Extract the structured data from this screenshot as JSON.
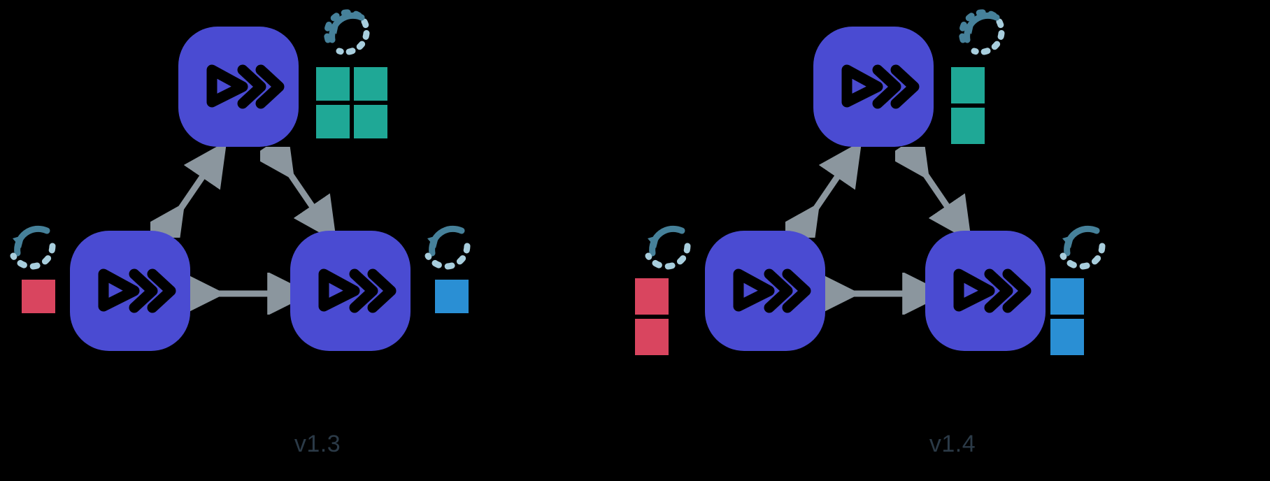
{
  "meta": {
    "title": "Service mesh version comparison diagram",
    "background": "#000000"
  },
  "colors": {
    "node_fill": "#4a4bd2",
    "node_glyph": "#000000",
    "green": "#1fa896",
    "red": "#d9455f",
    "blue": "#2a8fd4",
    "sync_solid": "#46819a",
    "sync_dashed": "#a8cedd",
    "arrow": "#8b969e",
    "caption": "#2b3a47"
  },
  "panels": [
    {
      "id": "v13",
      "caption": "v1.3",
      "nodes": [
        {
          "id": "top",
          "name": "service-node-top",
          "icon": "fast-forward-icon",
          "sync": "sync-icon"
        },
        {
          "id": "bottom-left",
          "name": "service-node-bottom-left",
          "icon": "fast-forward-icon",
          "sync": "sync-icon"
        },
        {
          "id": "bottom-right",
          "name": "service-node-bottom-right",
          "icon": "fast-forward-icon",
          "sync": "sync-icon"
        }
      ],
      "blocks": [
        {
          "name": "replica-blocks-green",
          "color": "green",
          "layout": "2x2",
          "count": 4
        },
        {
          "name": "replica-blocks-red",
          "color": "red",
          "layout": "1x1",
          "count": 1
        },
        {
          "name": "replica-blocks-blue",
          "color": "blue",
          "layout": "1x1",
          "count": 1
        }
      ],
      "connectors": [
        {
          "name": "connector-top-to-bottom-left",
          "type": "double-arrow"
        },
        {
          "name": "connector-top-to-bottom-right",
          "type": "double-arrow"
        },
        {
          "name": "connector-bottom-left-to-bottom-right",
          "type": "double-arrow"
        }
      ]
    },
    {
      "id": "v14",
      "caption": "v1.4",
      "nodes": [
        {
          "id": "top",
          "name": "service-node-top",
          "icon": "fast-forward-icon",
          "sync": "sync-icon"
        },
        {
          "id": "bottom-left",
          "name": "service-node-bottom-left",
          "icon": "fast-forward-icon",
          "sync": "sync-icon"
        },
        {
          "id": "bottom-right",
          "name": "service-node-bottom-right",
          "icon": "fast-forward-icon",
          "sync": "sync-icon"
        }
      ],
      "blocks": [
        {
          "name": "replica-blocks-green",
          "color": "green",
          "layout": "1x2",
          "count": 2
        },
        {
          "name": "replica-blocks-red",
          "color": "red",
          "layout": "1x2",
          "count": 2
        },
        {
          "name": "replica-blocks-blue",
          "color": "blue",
          "layout": "1x2",
          "count": 2
        }
      ],
      "connectors": [
        {
          "name": "connector-top-to-bottom-left",
          "type": "double-arrow"
        },
        {
          "name": "connector-top-to-bottom-right",
          "type": "double-arrow"
        },
        {
          "name": "connector-bottom-left-to-bottom-right",
          "type": "double-arrow"
        }
      ]
    }
  ]
}
